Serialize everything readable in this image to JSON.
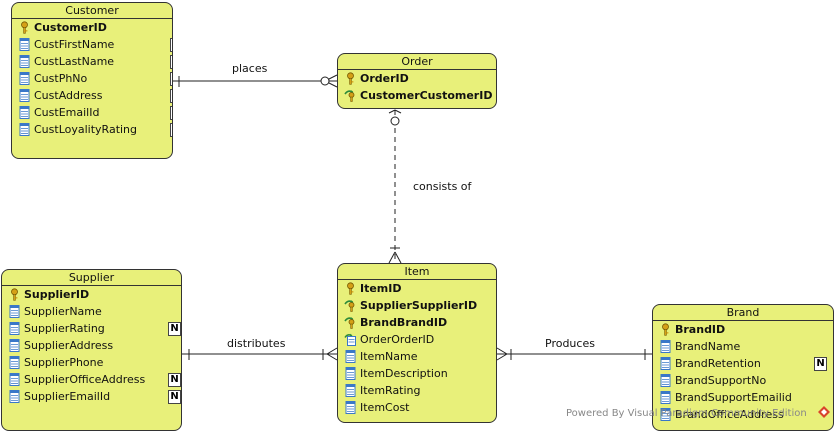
{
  "entities": {
    "customer": {
      "title": "Customer",
      "columns": [
        {
          "name": "CustomerID",
          "kind": "pk",
          "nullable": false
        },
        {
          "name": "CustFirstName",
          "kind": "col",
          "nullable": true
        },
        {
          "name": "CustLastName",
          "kind": "col",
          "nullable": true
        },
        {
          "name": "CustPhNo",
          "kind": "col",
          "nullable": true
        },
        {
          "name": "CustAddress",
          "kind": "col",
          "nullable": true
        },
        {
          "name": "CustEmailId",
          "kind": "col",
          "nullable": true
        },
        {
          "name": "CustLoyalityRating",
          "kind": "col",
          "nullable": true
        }
      ]
    },
    "order": {
      "title": "Order",
      "columns": [
        {
          "name": "OrderID",
          "kind": "pk",
          "nullable": false
        },
        {
          "name": "CustomerCustomerID",
          "kind": "fk",
          "nullable": false
        }
      ]
    },
    "supplier": {
      "title": "Supplier",
      "columns": [
        {
          "name": "SupplierID",
          "kind": "pk",
          "nullable": false
        },
        {
          "name": "SupplierName",
          "kind": "col",
          "nullable": false
        },
        {
          "name": "SupplierRating",
          "kind": "col",
          "nullable": true
        },
        {
          "name": "SupplierAddress",
          "kind": "col",
          "nullable": false
        },
        {
          "name": "SupplierPhone",
          "kind": "col",
          "nullable": false
        },
        {
          "name": "SupplierOfficeAddress",
          "kind": "col",
          "nullable": true
        },
        {
          "name": "SupplierEmailId",
          "kind": "col",
          "nullable": true
        }
      ]
    },
    "item": {
      "title": "Item",
      "columns": [
        {
          "name": "ItemID",
          "kind": "pk",
          "nullable": false
        },
        {
          "name": "SupplierSupplierID",
          "kind": "fk",
          "nullable": false
        },
        {
          "name": "BrandBrandID",
          "kind": "fk",
          "nullable": false
        },
        {
          "name": "OrderOrderID",
          "kind": "fk-plain",
          "nullable": false
        },
        {
          "name": "ItemName",
          "kind": "col",
          "nullable": false
        },
        {
          "name": "ItemDescription",
          "kind": "col",
          "nullable": false
        },
        {
          "name": "ItemRating",
          "kind": "col",
          "nullable": false
        },
        {
          "name": "ItemCost",
          "kind": "col",
          "nullable": false
        }
      ]
    },
    "brand": {
      "title": "Brand",
      "columns": [
        {
          "name": "BrandID",
          "kind": "pk",
          "nullable": false
        },
        {
          "name": "BrandName",
          "kind": "col",
          "nullable": false
        },
        {
          "name": "BrandRetention",
          "kind": "col",
          "nullable": true
        },
        {
          "name": "BrandSupportNo",
          "kind": "col",
          "nullable": false
        },
        {
          "name": "BrandSupportEmailid",
          "kind": "col",
          "nullable": false
        },
        {
          "name": "BrandOfficeAddress",
          "kind": "col",
          "nullable": false
        }
      ]
    }
  },
  "relationships": {
    "places": "places",
    "consists_of": "consists of",
    "distributes": "distributes",
    "produces": "Produces"
  },
  "null_marker": "N",
  "footer": "Powered By Visual Paradigm Community Edition",
  "colors": {
    "entity_fill": "#e8f07a",
    "border": "#333333",
    "key": "#d4a017",
    "column_icon": "#3a78c8"
  }
}
